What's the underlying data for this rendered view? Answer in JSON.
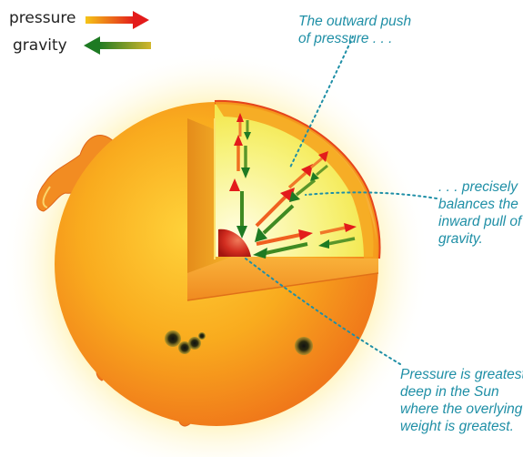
{
  "legend": {
    "pressure_label": "pressure",
    "gravity_label": "gravity"
  },
  "annotations": {
    "outward_push": "The outward push\nof pressure . . .",
    "balances": ". . . precisely\nbalances the\ninward pull of\ngravity.",
    "greatest": "Pressure is greatest\ndeep in the Sun\nwhere the overlying\nweight is greatest."
  },
  "colors": {
    "pressure_start": "#f5c518",
    "pressure_end": "#e31b1b",
    "gravity_start": "#c8b42a",
    "gravity_end": "#1e7a23",
    "annotation_text": "#1f8fa6",
    "sun_body": "#f7a21b",
    "sun_glow": "#fde9a0",
    "core": "#c9261c",
    "interior": "#f5f07a",
    "sunspot": "#2a2a1a"
  }
}
